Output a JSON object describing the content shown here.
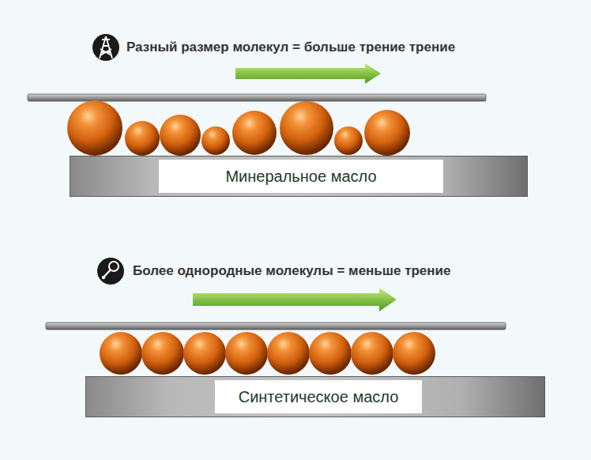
{
  "diagram": {
    "nodes": [
      {
        "text": [
          "Минеральное масло"
        ]
      },
      {
        "text": [
          "Синтетическое масло"
        ]
      }
    ],
    "labels": [
      "Разный размер молекул = больше трение трение",
      "Более однородные молекулы = меньше трение"
    ]
  }
}
